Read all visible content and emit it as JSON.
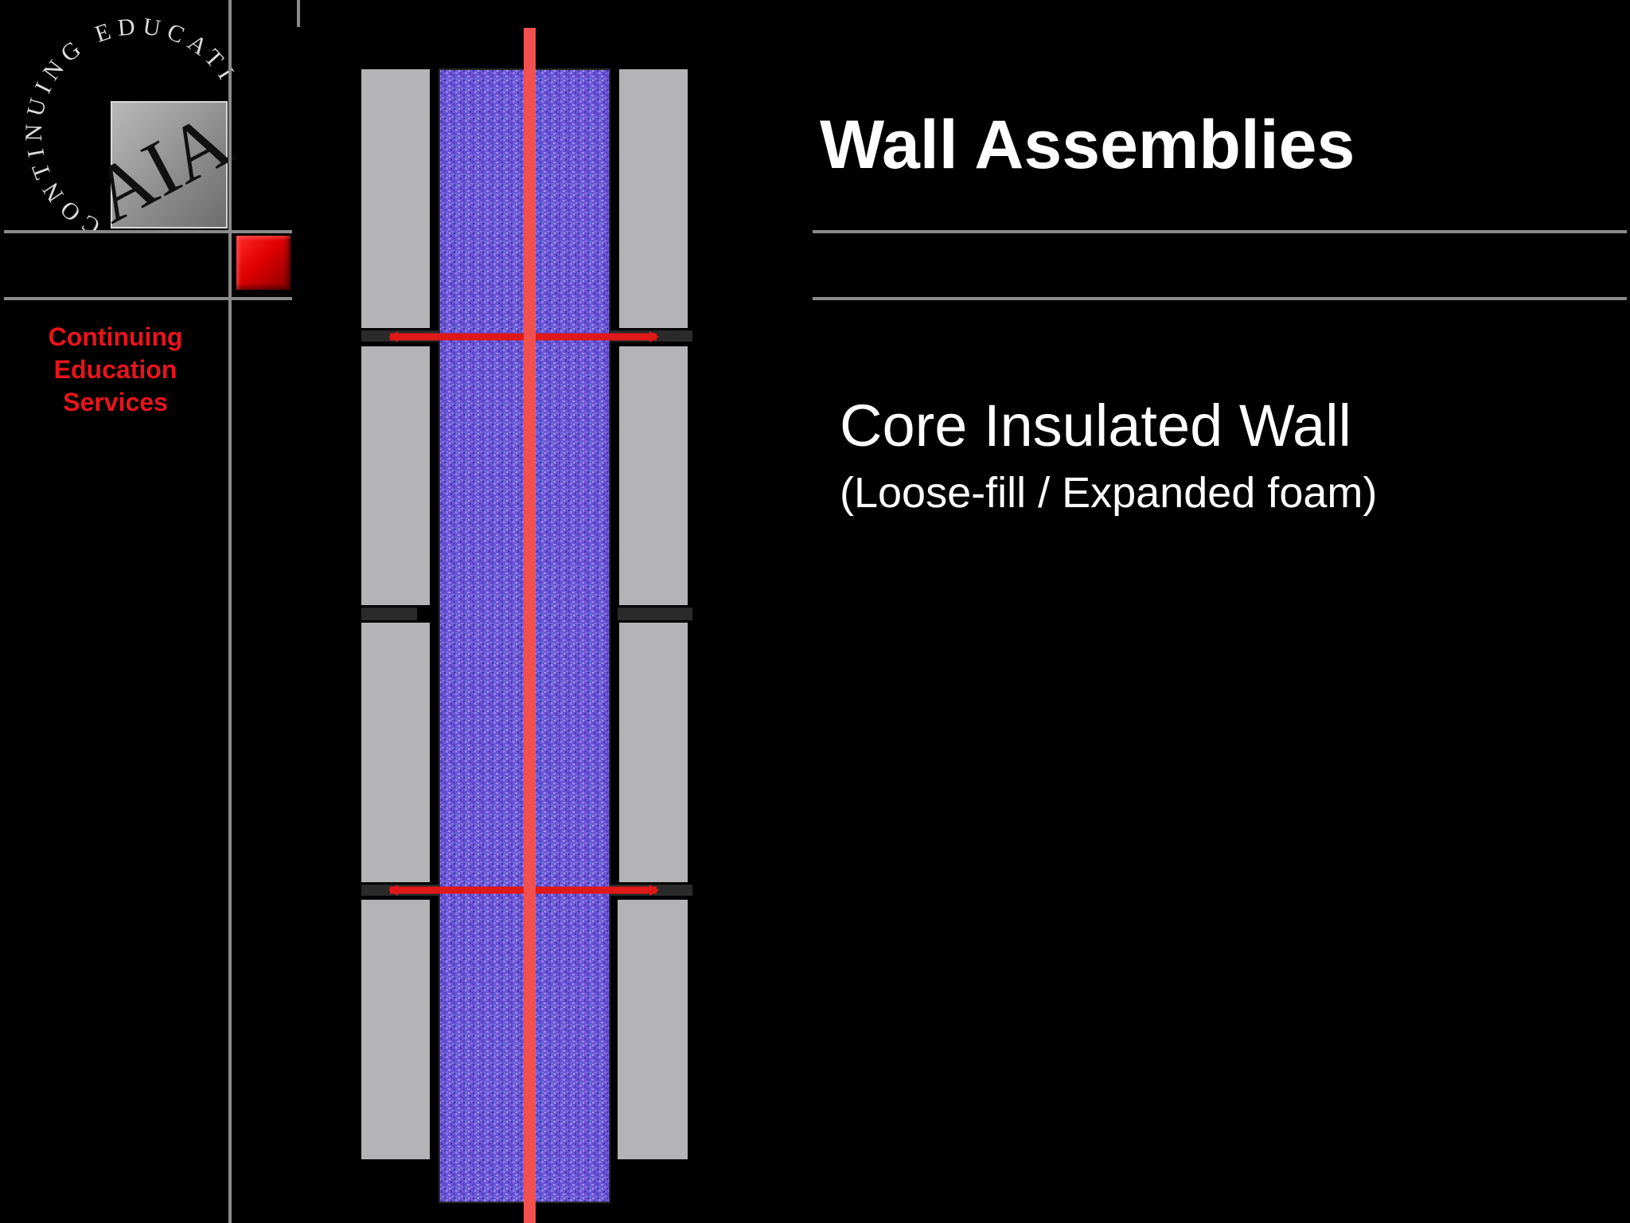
{
  "logo": {
    "ring_text": "CONTINUING EDUCATION",
    "mark_text": "AIA"
  },
  "sidebar": {
    "label": "Continuing\nEducation\nServices"
  },
  "slide": {
    "title": "Wall Assemblies",
    "subtitle": "Core Insulated Wall",
    "subtitle_note": "(Loose-fill / Expanded foam)"
  },
  "colors": {
    "background": "#000000",
    "accent_red": "#e8141c",
    "rule_gray": "#8a8a8a",
    "block_gray": "#b4b3b5",
    "insulation_blue": "#6b55d6",
    "center_line": "#f05050"
  },
  "diagram": {
    "assembly": "core insulated wall section",
    "insulation": "loose-fill / expanded foam",
    "courses_per_side": 4,
    "wall_ties": 2
  }
}
